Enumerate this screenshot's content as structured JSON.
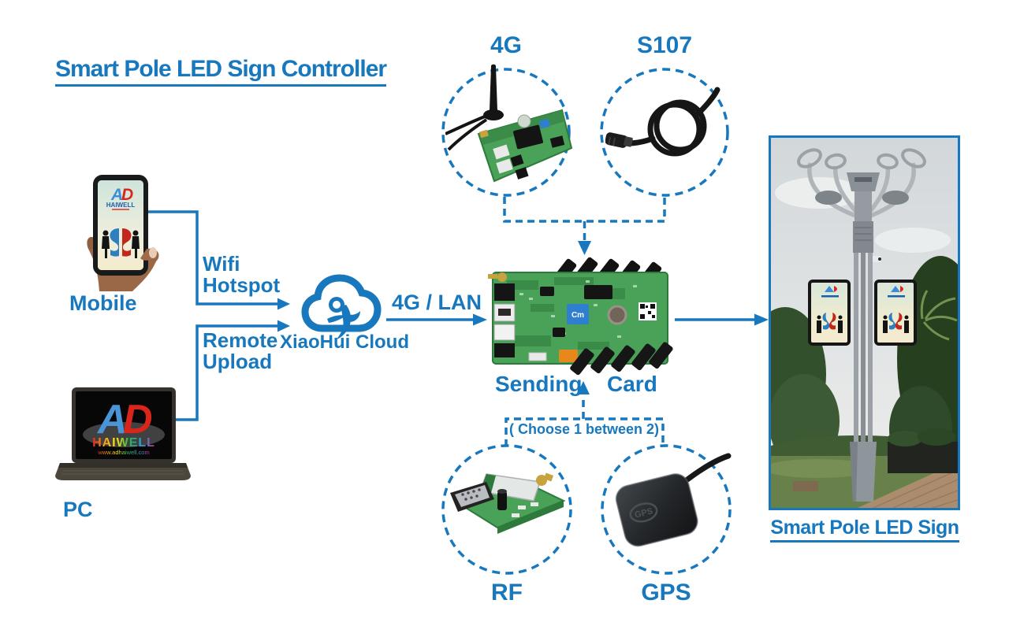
{
  "accent_color": "#1878be",
  "title": "Smart Pole LED Sign Controller",
  "sources": {
    "mobile": {
      "label": "Mobile"
    },
    "pc": {
      "label": "PC"
    }
  },
  "links": {
    "wifi": {
      "line1": "Wifi",
      "line2": "Hotspot"
    },
    "remote": {
      "line1": "Remote",
      "line2": "Upload"
    },
    "cloud": {
      "label": "XiaoHui Cloud"
    },
    "wan": {
      "label": "4G / LAN"
    }
  },
  "controller": {
    "word1": "Sending",
    "word2": "Card"
  },
  "top_modules": {
    "items": [
      {
        "label": "4G"
      },
      {
        "label": "S107"
      }
    ]
  },
  "bottom_modules": {
    "note": "( Choose 1 between 2)",
    "items": [
      {
        "label": "RF"
      },
      {
        "label": "GPS"
      }
    ]
  },
  "sign": {
    "caption": "Smart Pole LED Sign"
  },
  "brand": {
    "letter_a": "A",
    "letter_d": "D",
    "name": "HAIWELL",
    "website": "www.adhaiwell.com",
    "gps_embossed": "GPS",
    "chip_text": "Cm"
  }
}
